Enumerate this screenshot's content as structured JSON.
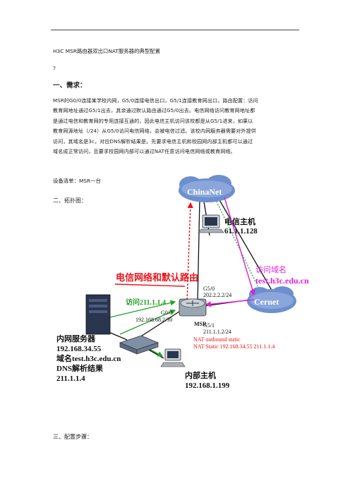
{
  "doc": {
    "title": "H3C MSR路由器双出口NAT服务器的典型配置",
    "question_mark": "?",
    "section1_heading": "一、需求：",
    "para_lines": [
      "MSR的G0/0连接某学校内网，G5/0连接电信出口，G5/1连接教育网出口，路由配置：访问",
      "教育网地址通过G5/1出去，其余通过默认路由通过G5/0出去。电信网络访问教育网地址都",
      "是通过电信和教育网的专用连接互通的，因此电信主机访问该校都是从G5/1进来，如果以",
      "教育网源地址（/24）从G5/0访问电信网络，会被电信过滤。该校内网服务器需要对外提供",
      "访问，其域名是3c，对应DNS解析结果是。先要求电信主机和校园网内部主机都可以通过",
      "域名成正常访问，且要求校园网内部可以通过NAT任意访问电信网络或教育网络。"
    ],
    "equipment": "设备清单：MSR一台",
    "section2_heading": "二、拓扑图：",
    "section3_heading": "三、配置步骤："
  },
  "diagram": {
    "telecom_host_label": "电信主机",
    "telecom_host_ip": "61.1.1.128",
    "chinanet_label": "ChinaNet",
    "cernet_label": "Cernet",
    "default_route_label": "电信网络和默认路由",
    "access_domain_label": "访问域名",
    "domain_label": "test.h3c.edu.cn",
    "access_ip_label": "访问211.1.1.4",
    "g50_label": "G5/0",
    "g50_ip": "202.2.2.2/24",
    "g00_label": "G0/0",
    "g00_ip": "192.168.68.2/30",
    "msr_label": "MSR",
    "g51_label": "G5/1",
    "g51_ip": "211.1.1.2/24",
    "nat_outbound": "NAT outbound static",
    "nat_static": "NAT Static 192.168.34.55 211.1.1.4",
    "server_title": "内网服务器",
    "server_ip": "192.168.34.55",
    "server_domain": "域名test.h3c.edu.cn",
    "dns_result": "DNS解析结果",
    "dns_ip": "211.1.1.4",
    "internal_host_label": "内部主机",
    "internal_host_ip": "192.168.1.199",
    "colors": {
      "red": "#e8141b",
      "green": "#22a322",
      "magenta": "#e020d8",
      "cloud": "#6d8fcf"
    }
  }
}
